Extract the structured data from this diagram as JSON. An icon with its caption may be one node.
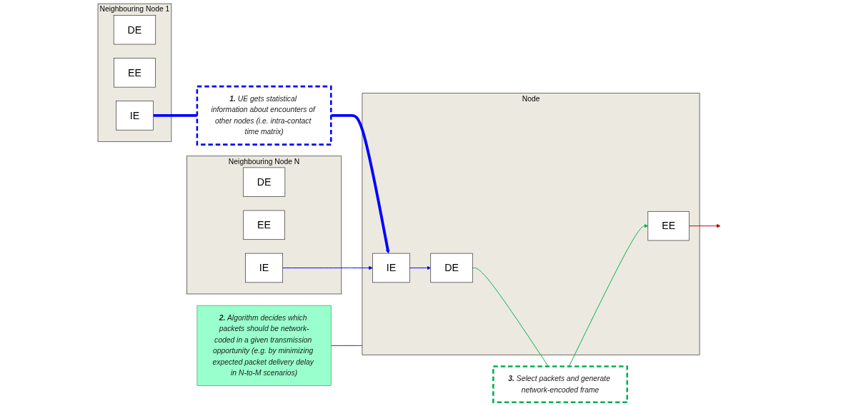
{
  "diagram": {
    "nodes": [
      {
        "text": [
          "Neighbouring Node 1"
        ]
      },
      {
        "text": [
          "DE"
        ],
        "in": 0
      },
      {
        "text": [
          "EE"
        ],
        "in": 0
      },
      {
        "text": [
          "IE"
        ],
        "in": 0
      },
      {
        "text": [
          "Neighbouring Node N"
        ]
      },
      {
        "text": [
          "DE"
        ],
        "in": 4
      },
      {
        "text": [
          "EE"
        ],
        "in": 4
      },
      {
        "text": [
          "IE"
        ],
        "in": 4
      },
      {
        "text": [
          "**1.** UE gets statistical information about encounters of other nodes (i.e. intra-contact time matrix)"
        ]
      },
      {
        "text": [
          "**2.** Algorithm decides which packets should be network-coded in a given transmission opportunity (e.g. by minimizing expected packet delivery delay in N-to-M scenarios)"
        ]
      },
      {
        "text": [
          "Node"
        ]
      },
      {
        "text": [
          "IE"
        ],
        "in": 10
      },
      {
        "text": [
          "DE"
        ],
        "in": 10
      },
      {
        "text": [
          "EE"
        ],
        "in": 10
      },
      {
        "text": [
          "**3.** Select packets and generate network-encoded frame"
        ]
      }
    ],
    "edges": [
      {
        "from": 3,
        "to": 8,
        "arrow": "none",
        "style": "thick"
      },
      {
        "from": 8,
        "to": 11,
        "arrow": "to",
        "style": "thick"
      },
      {
        "from": 7,
        "to": 11,
        "arrow": "to"
      },
      {
        "from": 11,
        "to": 12,
        "arrow": "to"
      },
      {
        "from": 12,
        "to": 14,
        "arrow": "none",
        "color": "#00b050"
      },
      {
        "from": 14,
        "to": 13,
        "arrow": "to",
        "color": "#00b050"
      },
      {
        "from": 13,
        "to": null,
        "arrow": "to",
        "color": "#c00000"
      },
      {
        "from": 9,
        "to": 10,
        "arrow": "none",
        "color": "#333333"
      }
    ]
  }
}
